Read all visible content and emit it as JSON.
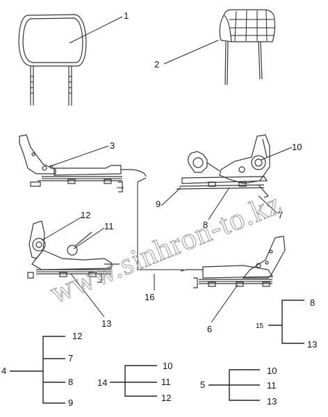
{
  "parts": [
    {
      "id": "headrest-1",
      "label": "1"
    },
    {
      "id": "headrest-2",
      "label": "2"
    },
    {
      "id": "slider-rail-3",
      "label": "3"
    },
    {
      "id": "part-6",
      "label": "6"
    },
    {
      "id": "part-7",
      "label": "7"
    },
    {
      "id": "part-8",
      "label": "8"
    },
    {
      "id": "part-9",
      "label": "9"
    },
    {
      "id": "part-10",
      "label": "10"
    },
    {
      "id": "part-11",
      "label": "11"
    },
    {
      "id": "part-12",
      "label": "12"
    },
    {
      "id": "part-13",
      "label": "13"
    },
    {
      "id": "part-16",
      "label": "16"
    }
  ],
  "groups": {
    "g15": {
      "parent": "15",
      "children": [
        "8",
        "13"
      ]
    },
    "g4": {
      "parent": "4",
      "children": [
        "12",
        "7",
        "8",
        "9"
      ]
    },
    "g14": {
      "parent": "14",
      "children": [
        "10",
        "11",
        "12"
      ]
    },
    "g5": {
      "parent": "5",
      "children": [
        "10",
        "11",
        "13"
      ]
    }
  },
  "watermark": "www.sinhron-to.kz"
}
